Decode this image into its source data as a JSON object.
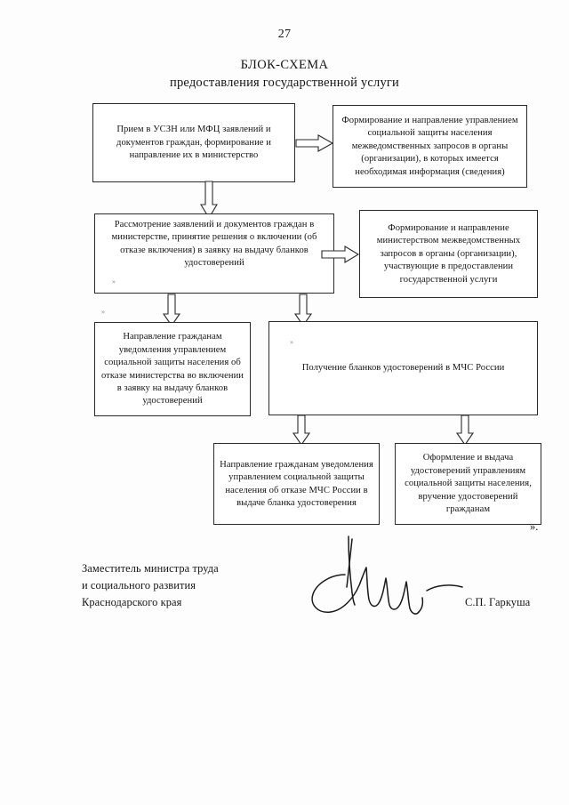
{
  "page": {
    "number": "27",
    "title": "БЛОК-СХЕМА",
    "subtitle": "предоставления государственной услуги",
    "closing_quote": "»."
  },
  "flowchart": {
    "type": "process-flow-diagram",
    "boxes": [
      {
        "id": "intake",
        "text": "Прием в УСЗН или МФЦ заявлений и документов граждан, формирование и направление их в министерство"
      },
      {
        "id": "usz-requests",
        "text": "Формирование и направление управлением социальной защиты населения межведомственных запросов в органы (организации), в которых имеется необходимая информация (сведения)"
      },
      {
        "id": "review",
        "text": "Рассмотрение заявлений и документов граждан в министерстве, принятие решения о включении (об отказе включения) в заявку на выдачу бланков удостоверений"
      },
      {
        "id": "ministry-requests",
        "text": "Формирование и направление министерством межведомственных запросов в органы (организации), участвующие в предоставлении государственной услуги"
      },
      {
        "id": "refusal-notice",
        "text": "Направление гражданам уведомления управлением социальной защиты населения об отказе министерства во включении в заявку на выдачу бланков удостоверений"
      },
      {
        "id": "mchs-forms",
        "text": "Получение бланков удостоверений в МЧС России"
      },
      {
        "id": "mchs-refusal-notice",
        "text": "Направление гражданам уведомления управлением социальной защиты населения об отказе МЧС России в выдаче бланка удостоверения"
      },
      {
        "id": "issue-certificates",
        "text": "Оформление и выдача удостоверений управлениям социальной защиты населения, вручение удостоверений гражданам"
      }
    ],
    "connectors": [
      {
        "id": "intake-to-usz",
        "from": "intake",
        "to": "usz-requests",
        "direction": "right"
      },
      {
        "id": "intake-to-review",
        "from": "intake",
        "to": "review",
        "direction": "down"
      },
      {
        "id": "review-to-ministry",
        "from": "review",
        "to": "ministry-requests",
        "direction": "right"
      },
      {
        "id": "review-to-refusal",
        "from": "review",
        "to": "refusal-notice",
        "direction": "down"
      },
      {
        "id": "review-to-mchs",
        "from": "review",
        "to": "mchs-forms",
        "direction": "down"
      },
      {
        "id": "mchs-to-refusal",
        "from": "mchs-forms",
        "to": "mchs-refusal-notice",
        "direction": "down"
      },
      {
        "id": "mchs-to-issue",
        "from": "mchs-forms",
        "to": "issue-certificates",
        "direction": "down"
      }
    ]
  },
  "signature": {
    "title_lines": "Заместитель министра труда\nи социального развития\nКраснодарского края",
    "name": "С.П. Гаркуша"
  }
}
